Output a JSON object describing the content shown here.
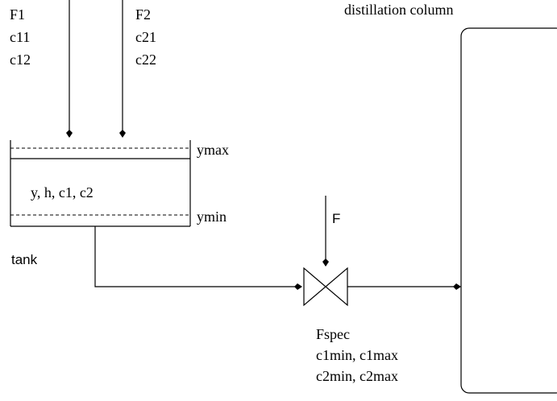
{
  "labels": {
    "column": "distillation column",
    "feed1": [
      "F1",
      "c11",
      "c12"
    ],
    "feed2": [
      "F2",
      "c21",
      "c22"
    ],
    "ymax": "ymax",
    "ymin": "ymin",
    "tank_vars": "y, h, c1, c2",
    "tank": "tank",
    "valve_input": "F",
    "spec": [
      "Fspec",
      "c1min, c1max",
      "c2min, c2max"
    ]
  }
}
